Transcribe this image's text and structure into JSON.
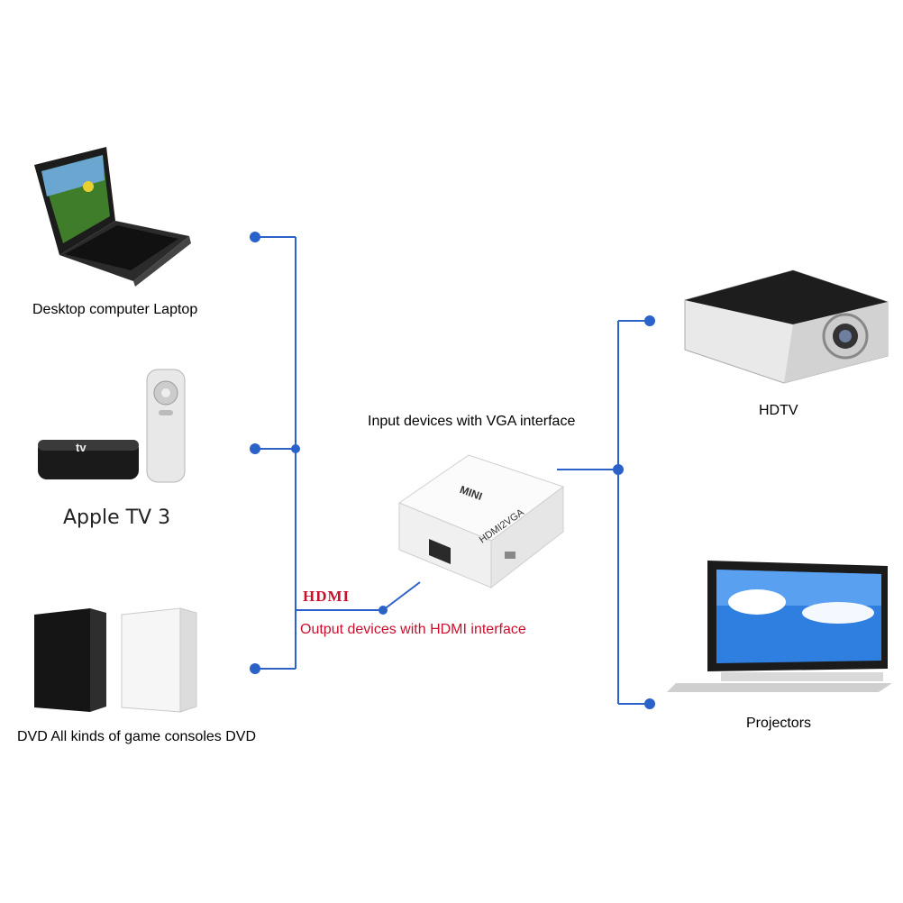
{
  "left_devices": {
    "laptop_label": "Desktop computer   Laptop",
    "appletv_label": "Apple TV 3",
    "console_label": "DVD All kinds of game consoles DVD",
    "appletv_logo": "tv"
  },
  "center": {
    "top_label": "Input devices with VGA interface",
    "hdmi_tag": "HDMI",
    "bottom_label": "Output devices with HDMI interface",
    "adapter_brand": "MINI",
    "adapter_model": "HDMI2VGA"
  },
  "right_devices": {
    "top_label": "HDTV",
    "bottom_label": "Projectors"
  },
  "colors": {
    "line": "#2a62c9",
    "hdmi_red": "#c8102e"
  }
}
